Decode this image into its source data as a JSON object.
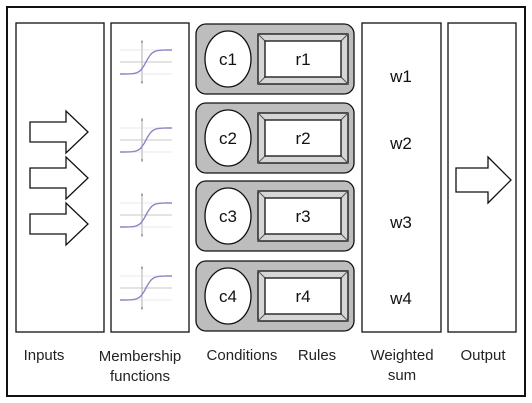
{
  "stages": [
    {
      "id": "inputs",
      "label": "Inputs"
    },
    {
      "id": "membership",
      "label_line1": "Membership",
      "label_line2": "functions"
    },
    {
      "id": "conditions",
      "label": "Conditions"
    },
    {
      "id": "rules",
      "label": "Rules"
    },
    {
      "id": "weighted",
      "label_line1": "Weighted",
      "label_line2": "sum"
    },
    {
      "id": "output",
      "label": "Output"
    }
  ],
  "rule_blocks": [
    {
      "condition": "c1",
      "rule": "r1",
      "weight": "w1"
    },
    {
      "condition": "c2",
      "rule": "r2",
      "weight": "w2"
    },
    {
      "condition": "c3",
      "rule": "r3",
      "weight": "w3"
    },
    {
      "condition": "c4",
      "rule": "r4",
      "weight": "w4"
    }
  ],
  "input_arrow_count": 3,
  "membership_plot_count": 4,
  "colors": {
    "frame": "#111111",
    "rule_block_fill": "#bdbdbd",
    "rule_button_fill": "#d6d6d6",
    "sigmoid_curve": "#8c86c8"
  }
}
